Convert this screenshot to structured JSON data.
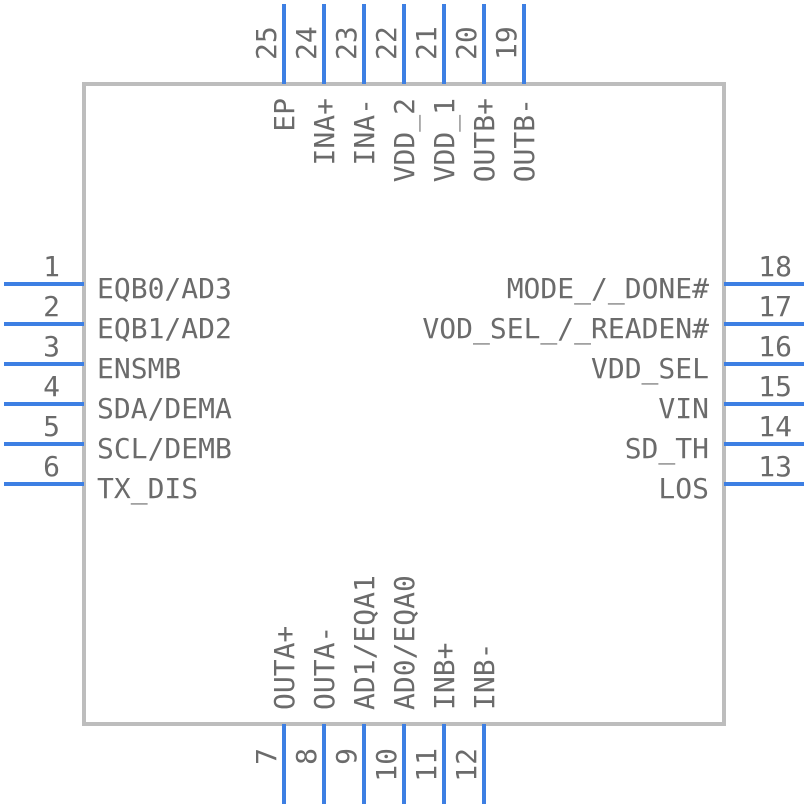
{
  "component": {
    "left_pins": [
      {
        "num": "1",
        "label": "EQB0/AD3"
      },
      {
        "num": "2",
        "label": "EQB1/AD2"
      },
      {
        "num": "3",
        "label": "ENSMB"
      },
      {
        "num": "4",
        "label": "SDA/DEMA"
      },
      {
        "num": "5",
        "label": "SCL/DEMB"
      },
      {
        "num": "6",
        "label": "TX_DIS"
      }
    ],
    "bottom_pins": [
      {
        "num": "7",
        "label": "OUTA+"
      },
      {
        "num": "8",
        "label": "OUTA-"
      },
      {
        "num": "9",
        "label": "AD1/EQA1"
      },
      {
        "num": "10",
        "label": "AD0/EQA0"
      },
      {
        "num": "11",
        "label": "INB+"
      },
      {
        "num": "12",
        "label": "INB-"
      }
    ],
    "right_pins": [
      {
        "num": "18",
        "label": "MODE_/_DONE#"
      },
      {
        "num": "17",
        "label": "VOD_SEL_/_READEN#"
      },
      {
        "num": "16",
        "label": "VDD_SEL"
      },
      {
        "num": "15",
        "label": "VIN"
      },
      {
        "num": "14",
        "label": "SD_TH"
      },
      {
        "num": "13",
        "label": "LOS"
      }
    ],
    "top_pins": [
      {
        "num": "25",
        "label": "EP"
      },
      {
        "num": "24",
        "label": "INA+"
      },
      {
        "num": "23",
        "label": "INA-"
      },
      {
        "num": "22",
        "label": "VDD_2"
      },
      {
        "num": "21",
        "label": "VDD_1"
      },
      {
        "num": "20",
        "label": "OUTB+"
      },
      {
        "num": "19",
        "label": "OUTB-"
      }
    ]
  },
  "colors": {
    "pin": "#3d7fe3",
    "body_outline": "#bdbdbd",
    "text": "#6b6b6b"
  }
}
